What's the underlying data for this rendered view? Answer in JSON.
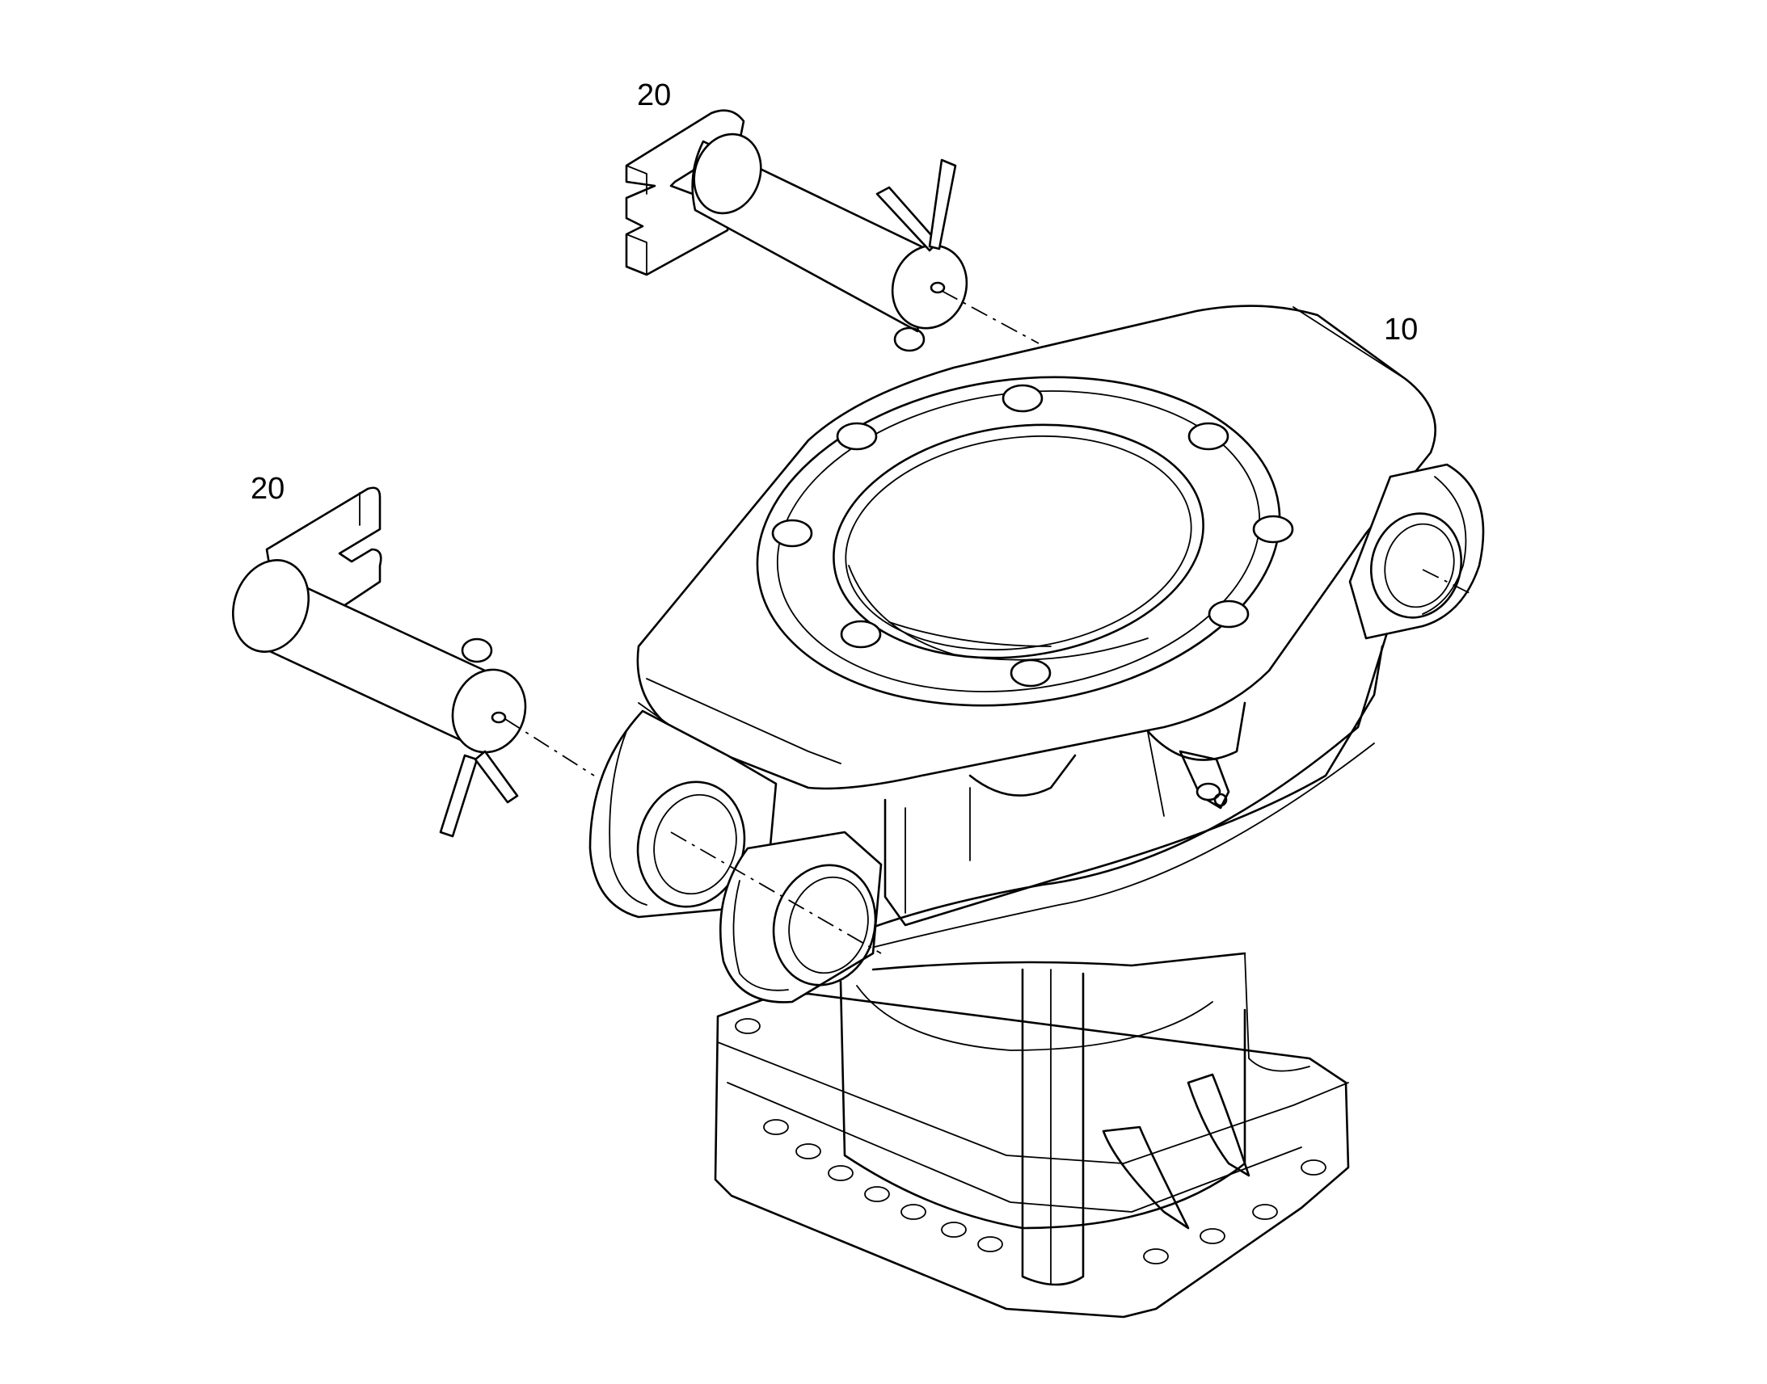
{
  "callouts": [
    {
      "id": "housing",
      "label": "10"
    },
    {
      "id": "pin-upper",
      "label": "20"
    },
    {
      "id": "pin-lower",
      "label": "20"
    }
  ],
  "colors": {
    "line": "#000000",
    "background": "#ffffff"
  }
}
